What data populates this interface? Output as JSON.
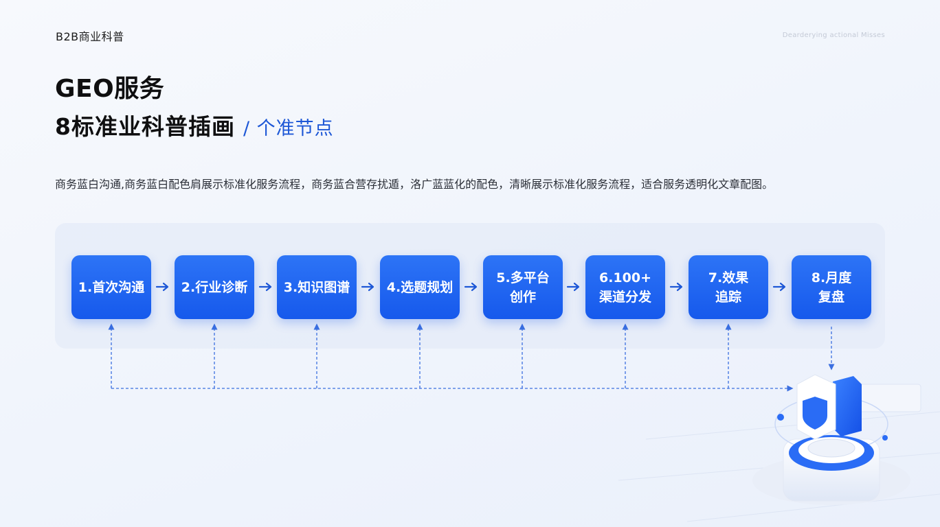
{
  "header": {
    "brand": "B2B商业科普",
    "corner_tag": "Dearderying actional Misses"
  },
  "title": {
    "line1": "GEO服务",
    "line2": "8标准业科普插画",
    "sub": "/ 个准节点"
  },
  "description": "商务蓝白沟通,商务蓝白配色肩展示标准化服务流程，商务蓝合营存扰遁，洛广蓝蓝化的配色，清晰展示标准化服务流程，适合服务透明化文章配图。",
  "steps": [
    {
      "lines": [
        "1.首次沟通"
      ]
    },
    {
      "lines": [
        "2.行业诊断"
      ]
    },
    {
      "lines": [
        "3.知识图谱"
      ]
    },
    {
      "lines": [
        "4.选题规划"
      ]
    },
    {
      "lines": [
        "5.多平台",
        "创作"
      ]
    },
    {
      "lines": [
        "6.100+",
        "渠道分发"
      ]
    },
    {
      "lines": [
        "7.效果",
        "追踪"
      ]
    },
    {
      "lines": [
        "8.月度",
        "复盘"
      ]
    }
  ],
  "colors": {
    "node_blue": "#1659ec",
    "arrow_blue": "#1d57d6",
    "dashed_line": "#3b6fe0"
  },
  "icons": {
    "illustration": "isometric-shield-platform-icon"
  }
}
